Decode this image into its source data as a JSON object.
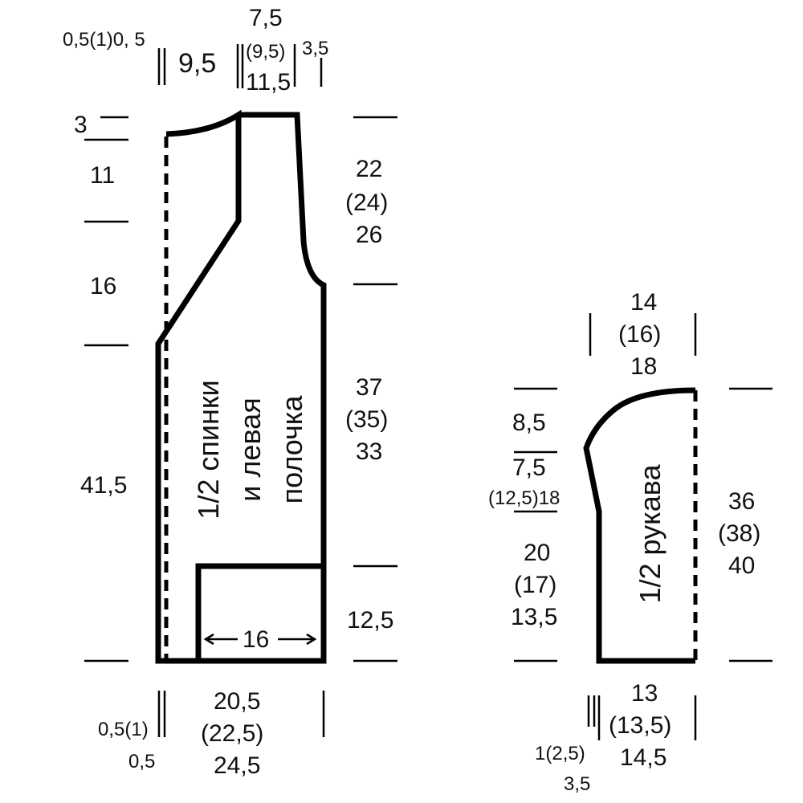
{
  "body_piece": {
    "title_line1": "1/2 спинки",
    "title_line2": "и левая",
    "title_line3": "полочка",
    "top": {
      "a": "0,5(1)0, 5",
      "b": "9,5",
      "c_line1": "7,5",
      "c_line2": "(9,5)",
      "c_line3": "11,5",
      "d": "3,5"
    },
    "left": {
      "shoulder_drop": "3",
      "h11": "11",
      "h16": "16",
      "h41_5": "41,5"
    },
    "right": {
      "armhole_1": "22",
      "armhole_2": "(24)",
      "armhole_3": "26",
      "side_1": "37",
      "side_2": "(35)",
      "side_3": "33",
      "hem": "12,5"
    },
    "pocket_width": "16",
    "bottom": {
      "a_line1": "0,5(1)",
      "a_line2": "0,5",
      "w_line1": "20,5",
      "w_line2": "(22,5)",
      "w_line3": "24,5"
    }
  },
  "sleeve_piece": {
    "title": "1/2 рукава",
    "top_1": "14",
    "top_2": "(16)",
    "top_3": "18",
    "left": {
      "cap_1": "8,5",
      "cap_2": "7,5",
      "cap_3": "(12,5)18",
      "len_1": "20",
      "len_2": "(17)",
      "len_3": "13,5"
    },
    "right_1": "36",
    "right_2": "(38)",
    "right_3": "40",
    "bottom": {
      "w_1": "13",
      "w_2": "(13,5)",
      "w_3": "14,5",
      "a_1": "1(2,5)",
      "a_2": "3,5"
    }
  }
}
